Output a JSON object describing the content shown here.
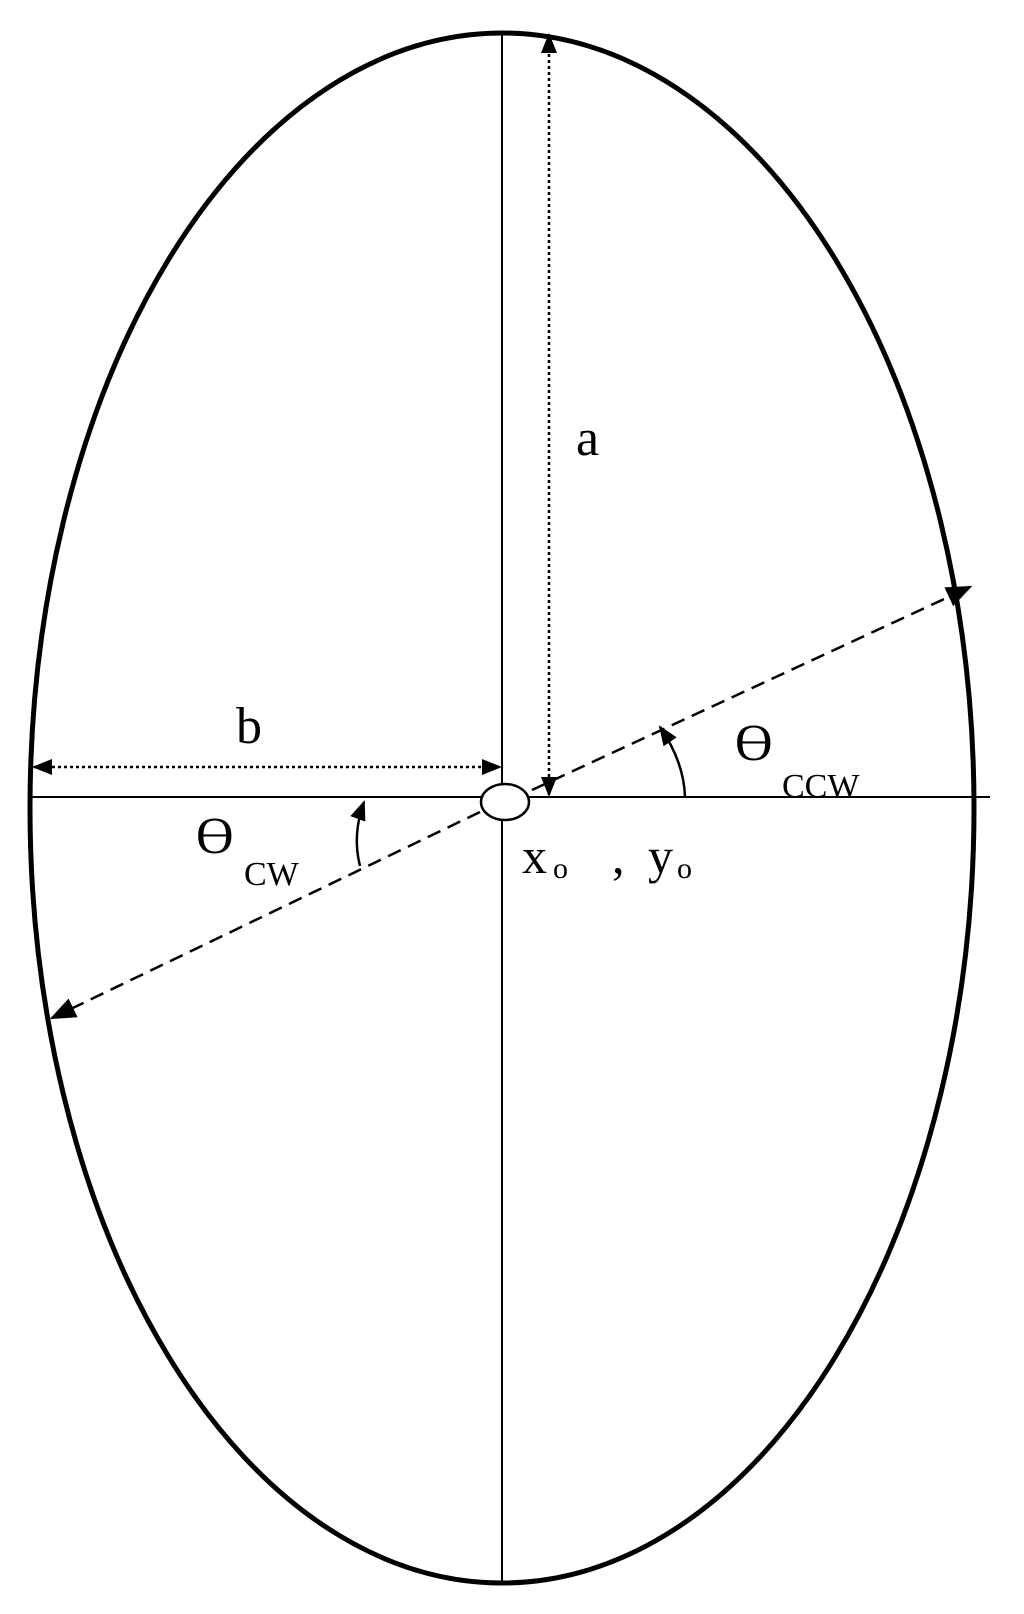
{
  "diagram": {
    "labels": {
      "semi_major": "a",
      "semi_minor": "b",
      "theta_ccw": {
        "symbol": "ϴ",
        "subscript": "CCW"
      },
      "theta_cw": {
        "symbol": "ϴ",
        "subscript": "CW"
      },
      "center": {
        "x": "x",
        "x_sub": "o",
        "separator": ",",
        "y": "y",
        "y_sub": "o"
      }
    },
    "colors": {
      "stroke": "#000000",
      "background": "#ffffff"
    }
  }
}
